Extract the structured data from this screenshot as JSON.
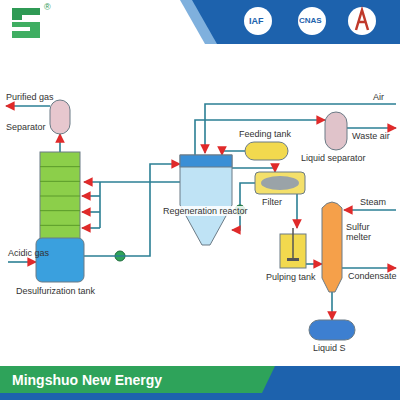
{
  "diagram": {
    "nodes": [
      {
        "text": [
          "Separator"
        ]
      },
      {
        "text": [
          "Desulfurization tank"
        ]
      },
      {
        "text": [
          "Regeneration reactor"
        ]
      },
      {
        "text": [
          "Feeding tank"
        ]
      },
      {
        "text": [
          "Liquid separator"
        ]
      },
      {
        "text": [
          "Filter"
        ]
      },
      {
        "text": [
          "Pulping tank"
        ]
      },
      {
        "text": [
          "Sulfur melter"
        ]
      },
      {
        "text": [
          "Liquid S"
        ]
      }
    ],
    "edges": [
      {
        "from": 1,
        "to": 0,
        "arrow": "to"
      },
      {
        "from": 1,
        "to": 2,
        "arrow": "to"
      },
      {
        "from": 2,
        "to": 1,
        "arrow": "to"
      },
      {
        "from": 3,
        "to": 2,
        "arrow": "to"
      },
      {
        "from": 2,
        "to": 4,
        "arrow": "to"
      },
      {
        "from": 2,
        "to": 5,
        "arrow": "to"
      },
      {
        "from": 5,
        "to": 6,
        "arrow": "to"
      },
      {
        "from": 6,
        "to": 7,
        "arrow": "to"
      },
      {
        "from": 7,
        "to": 8,
        "arrow": "to"
      }
    ],
    "labels": [
      "®",
      "IAF",
      "CNAS",
      "Purified gas",
      "Acidic gas",
      "Air",
      "Waste air",
      "Steam",
      "Condensate",
      "Mingshuo New Energy"
    ]
  }
}
